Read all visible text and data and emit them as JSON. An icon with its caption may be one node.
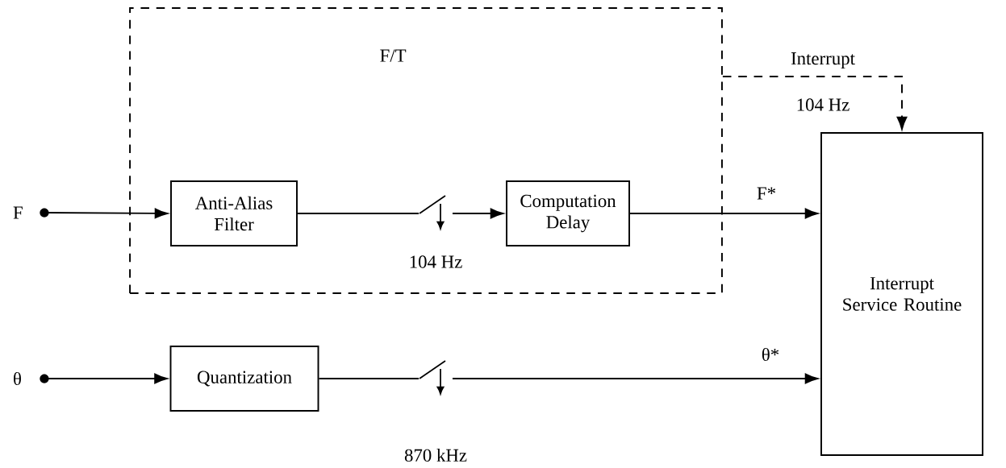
{
  "diagram": {
    "nodes": [
      {
        "text": [
          "F/T"
        ]
      },
      {
        "text": [
          "F"
        ]
      },
      {
        "text": [
          "Anti-Alias Filter"
        ],
        "in": 0
      },
      {
        "text": [],
        "shape": "switch",
        "beside": [
          "104 Hz"
        ],
        "in": 0
      },
      {
        "text": [
          "Computation Delay"
        ],
        "in": 0
      },
      {
        "text": [
          "Interrupt Service Routine"
        ]
      },
      {
        "text": [
          "θ"
        ]
      },
      {
        "text": [
          "Quantization"
        ]
      },
      {
        "text": [],
        "shape": "switch",
        "beside": [
          "870 kHz"
        ]
      }
    ],
    "edges": [
      {
        "from": 1,
        "to": 2,
        "arrow": "to"
      },
      {
        "from": 2,
        "to": 3,
        "arrow": "none"
      },
      {
        "from": 3,
        "to": 4,
        "arrow": "to"
      },
      {
        "from": 4,
        "to": 5,
        "arrow": "to",
        "label": "F*"
      },
      {
        "from": 0,
        "to": 5,
        "arrow": "to",
        "style": "dashed",
        "label": "Interrupt"
      },
      {
        "from": 6,
        "to": 7,
        "arrow": "to"
      },
      {
        "from": 7,
        "to": 8,
        "arrow": "none"
      },
      {
        "from": 8,
        "to": 5,
        "arrow": "to",
        "label": "θ*"
      }
    ],
    "labels": [
      "104 Hz"
    ]
  }
}
